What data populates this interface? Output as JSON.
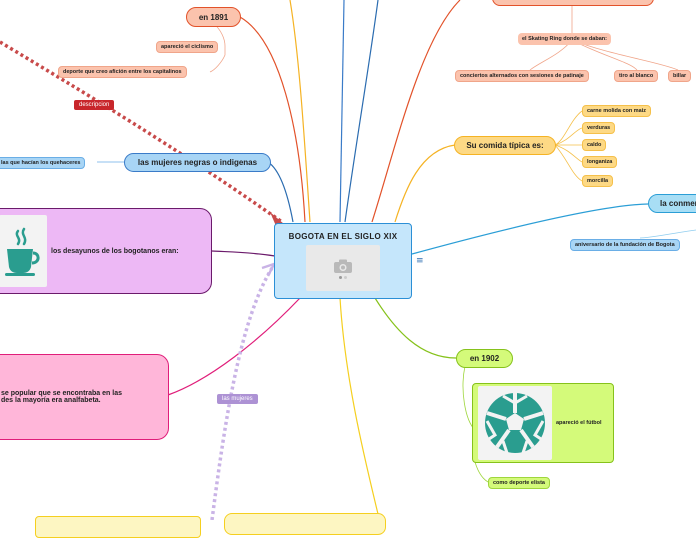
{
  "central": {
    "title": "BOGOTA EN EL SIGLO XIX",
    "note_icon": "notes-icon"
  },
  "branches": {
    "year_1891": {
      "label": "en 1891",
      "children": [
        "apareció el ciclismo",
        "deporte que creo afición entre los capitalinos"
      ]
    },
    "skating": {
      "label": "el Skating Ring donde se daban:",
      "children": [
        "conciertos alternados con sesiones de patinaje",
        "tiro al blanco",
        "billar"
      ]
    },
    "food": {
      "label": "Su comida típica es:",
      "children": [
        "carne molida con maiz",
        "verduras",
        "caldo",
        "longaniza",
        "morcilla"
      ]
    },
    "women": {
      "label": "las mujeres negras o indigenas",
      "child": "las que hacían los quehaceres"
    },
    "breakfast": {
      "label": "los desayunos de los bogotanos eran:",
      "icon": "coffee-cup-icon"
    },
    "popular": {
      "line1": "se popular que se encontraba en las",
      "line2": "des  la mayoría era analfabeta."
    },
    "commemoration": {
      "label": "la conmem",
      "child": "aniversario de la fundación de Bogota"
    },
    "year_1902": {
      "label": "en 1902",
      "card": "apareció el fútbol",
      "child": "como deporte elista",
      "icon": "soccer-ball-icon"
    }
  },
  "relations": {
    "descripcion": "descripcion",
    "las_mujeres": "las mujeres"
  },
  "colors": {
    "salmon": "#fbc3ad",
    "yellow": "#fdd985",
    "blue": "#a8d5f5",
    "purple": "#edb8f5",
    "pink": "#ffb6d9",
    "green": "#d4fa7a",
    "teal_icon": "#2a9d8f",
    "red_relation": "#c84a4a",
    "purple_relation": "#c9b3e6"
  }
}
